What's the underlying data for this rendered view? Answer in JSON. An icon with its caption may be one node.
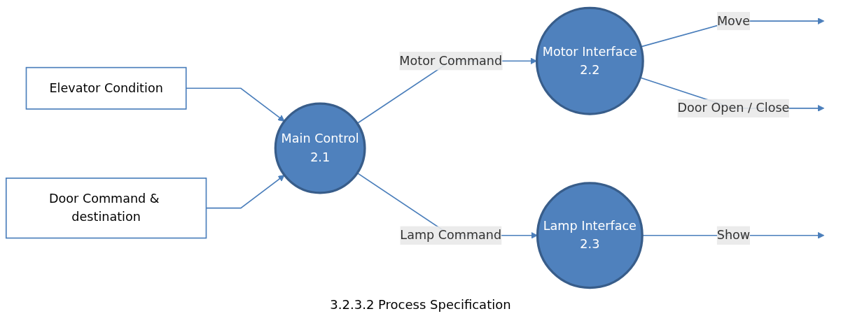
{
  "diagram": {
    "caption": "3.2.3.2 Process Specification",
    "nodes": [
      {
        "text": [
          "Elevator Condition"
        ]
      },
      {
        "text": [
          "Door Command & destination"
        ]
      },
      {
        "text": [
          "Main Control",
          "2.1"
        ]
      },
      {
        "text": [
          "Motor Interface",
          "2.2"
        ]
      },
      {
        "text": [
          "Lamp Interface",
          "2.3"
        ]
      }
    ],
    "edges": [
      {
        "from": 0,
        "to": 2,
        "arrow": "to"
      },
      {
        "from": 1,
        "to": 2,
        "arrow": "to"
      },
      {
        "from": 2,
        "to": 3,
        "arrow": "to",
        "label": "Motor Command"
      },
      {
        "from": 2,
        "to": 4,
        "arrow": "to",
        "label": "Lamp Command"
      },
      {
        "from": 3,
        "to": null,
        "arrow": "to",
        "label": "Move"
      },
      {
        "from": 3,
        "to": null,
        "arrow": "to",
        "label": "Door Open / Close"
      },
      {
        "from": 4,
        "to": null,
        "arrow": "to",
        "label": "Show"
      }
    ]
  }
}
